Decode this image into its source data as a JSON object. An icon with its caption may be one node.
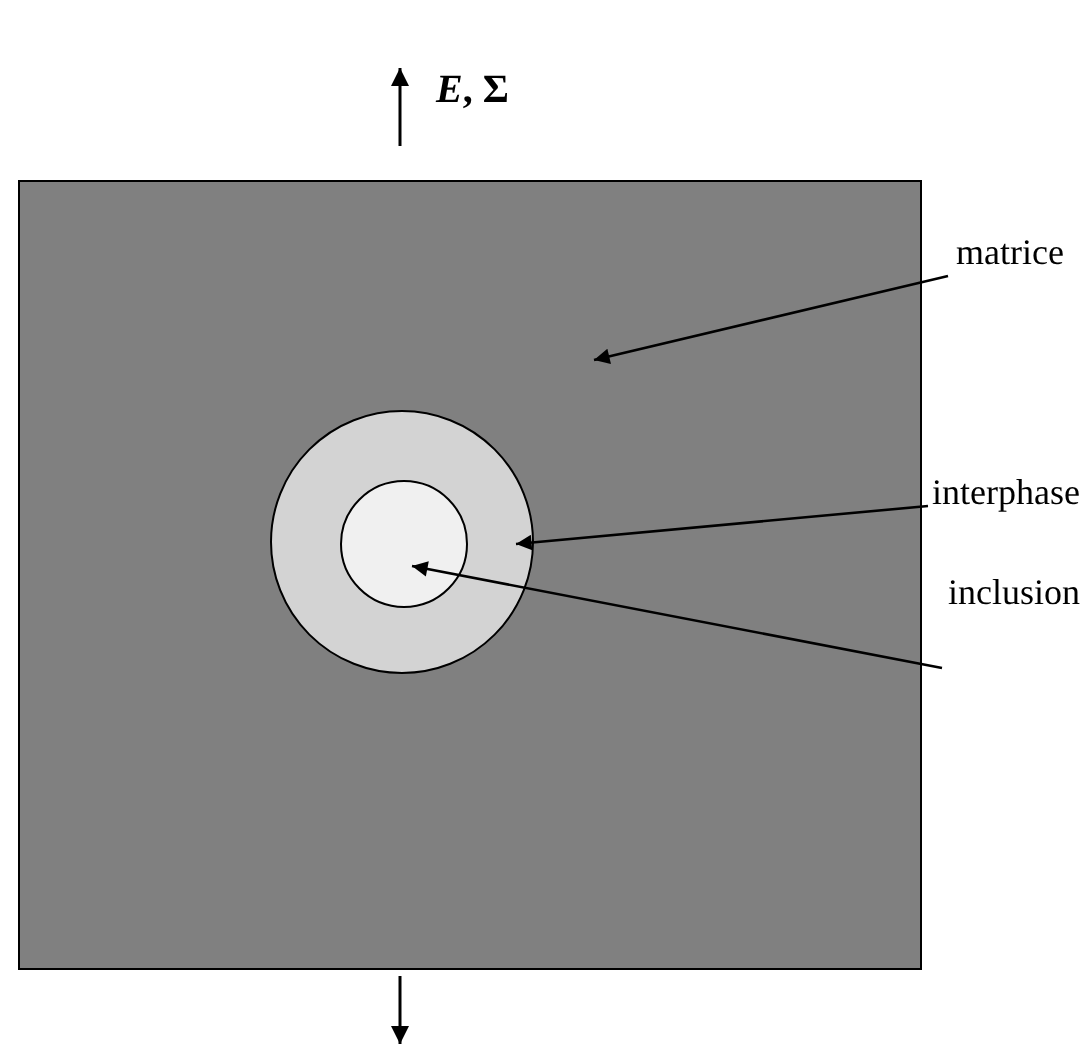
{
  "diagram": {
    "nodes": [
      {
        "text": [],
        "shape": "box"
      },
      {
        "text": [],
        "shape": "circle",
        "in": 0
      },
      {
        "text": [],
        "shape": "circle",
        "in": 1
      },
      {
        "text": [
          "matrice"
        ]
      },
      {
        "text": [
          "interphase"
        ]
      },
      {
        "text": [
          "inclusion"
        ]
      }
    ],
    "edges": [
      {
        "from": 3,
        "to": 0,
        "arrow": "to"
      },
      {
        "from": 4,
        "to": 1,
        "arrow": "to"
      },
      {
        "from": 5,
        "to": 2,
        "arrow": "to"
      }
    ],
    "labels": [
      "*E*, Σ"
    ]
  }
}
